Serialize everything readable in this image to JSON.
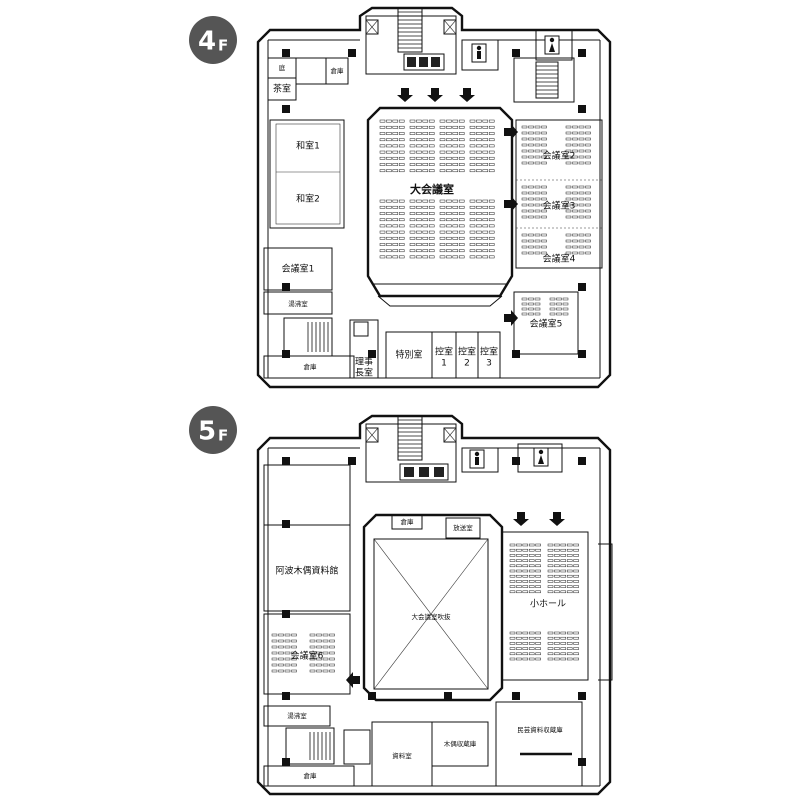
{
  "floors": [
    {
      "id": "4f",
      "badge_number": "4",
      "badge_suffix": "F",
      "rooms": {
        "great_hall": "大会議室",
        "conf2": "会議室2",
        "conf3": "会議室3",
        "conf4": "会議室4",
        "conf5": "会議室5",
        "conf1": "会議室1",
        "washitsu1": "和室1",
        "washitsu2": "和室2",
        "tea_room": "茶室",
        "tea_small": "庭",
        "storage_top": "倉庫",
        "storage_bottom": "倉庫",
        "kitchen": "湯沸室",
        "special_room": "特別室",
        "waiting1_a": "控室",
        "waiting1_b": "1",
        "waiting2_a": "控室",
        "waiting2_b": "2",
        "waiting3_a": "控室",
        "waiting3_b": "3",
        "chairman_a": "理事",
        "chairman_b": "長室"
      }
    },
    {
      "id": "5f",
      "badge_number": "5",
      "badge_suffix": "F",
      "rooms": {
        "archive": "阿波木偶資料館",
        "great_hall_void": "大会議室吹抜",
        "small_hall": "小ホール",
        "conf6": "会議室6",
        "storage_top": "倉庫",
        "broadcast": "放送室",
        "kitchen": "湯沸室",
        "storage_bottom": "倉庫",
        "materials": "資料室",
        "puppet_storage": "木偶収蔵庫",
        "folk_storage": "民芸資料収蔵庫"
      }
    }
  ],
  "colors": {
    "badge": "#555555",
    "wall": "#111111",
    "background": "#ffffff"
  },
  "icons": {
    "restroom": "person-icon",
    "elevator": "elevator-icon",
    "entrance": "arrow-down-icon"
  }
}
